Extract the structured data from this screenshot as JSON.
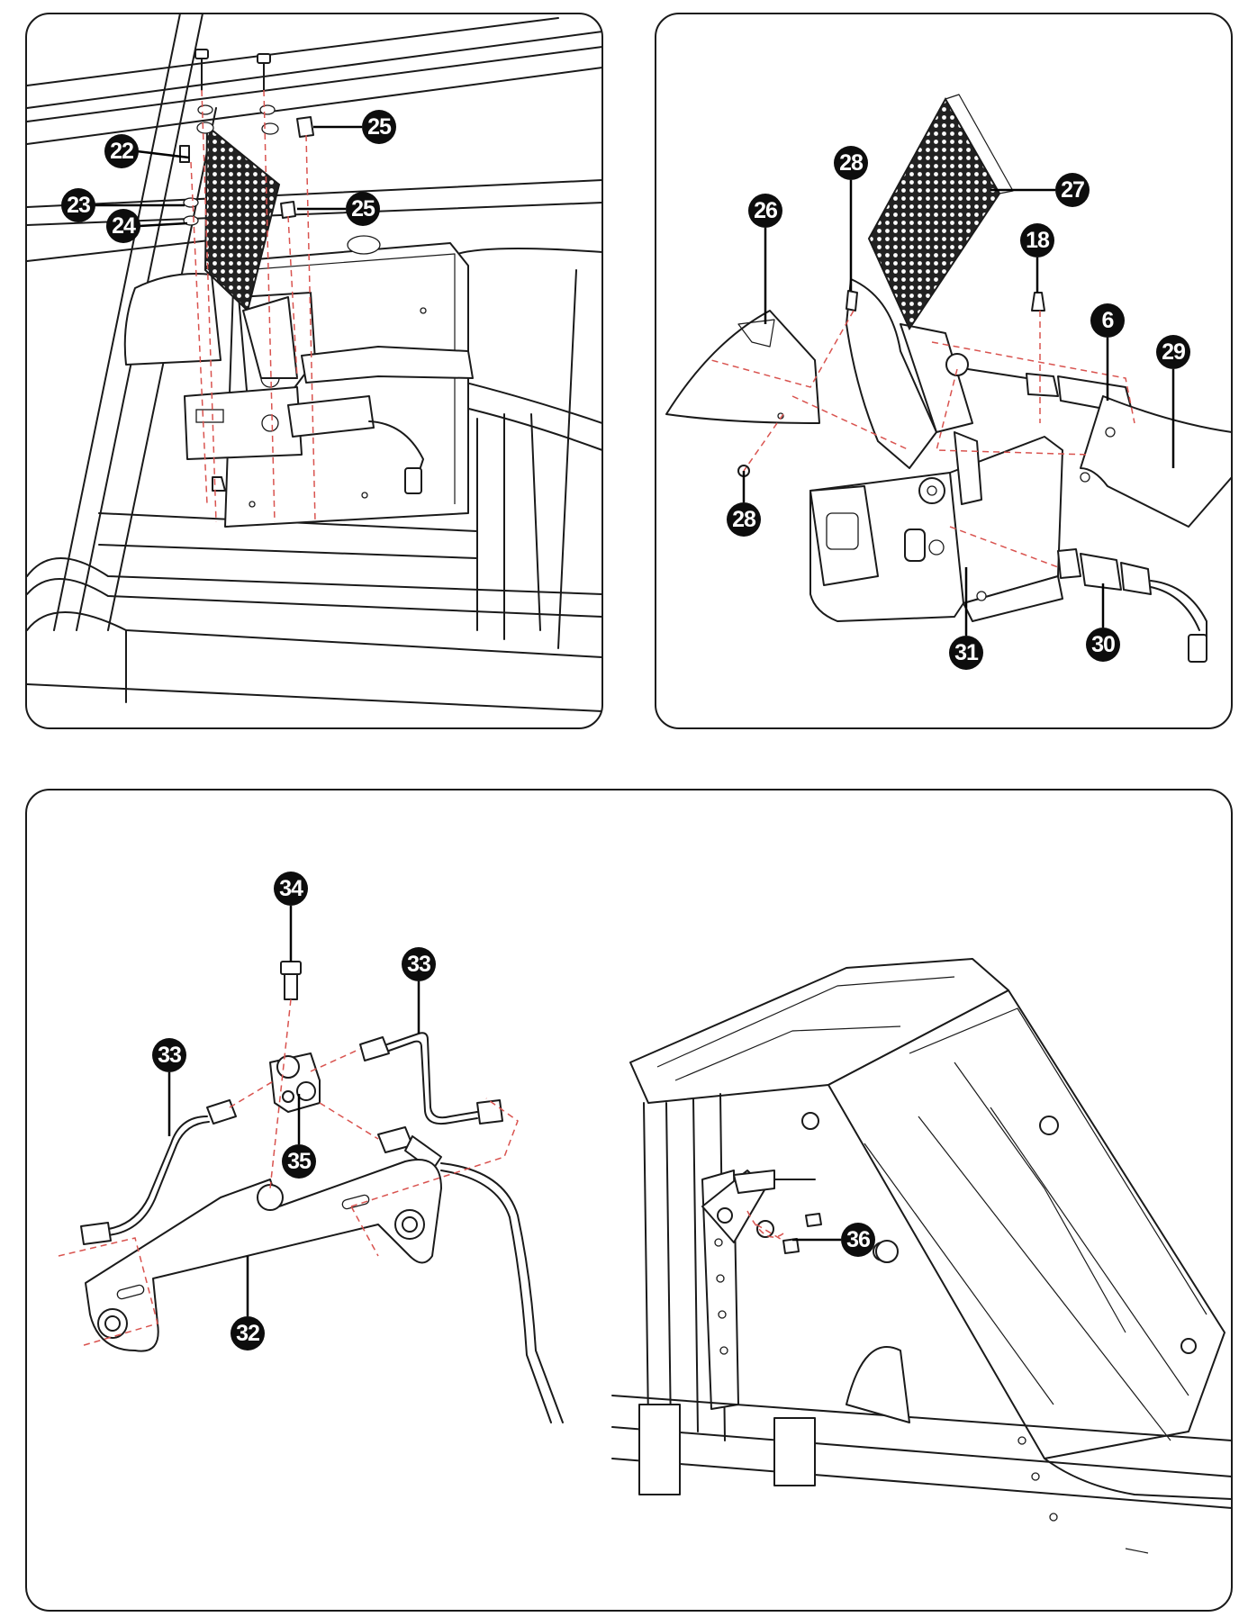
{
  "panels": [
    {
      "id": "pedal-installed-view",
      "callouts": [
        {
          "number": "22",
          "label_side": "left"
        },
        {
          "number": "23",
          "label_side": "left"
        },
        {
          "number": "24",
          "label_side": "left"
        },
        {
          "number": "25",
          "label_side": "right"
        },
        {
          "number": "25",
          "label_side": "right"
        }
      ]
    },
    {
      "id": "pedal-exploded-view",
      "callouts": [
        {
          "number": "26"
        },
        {
          "number": "28"
        },
        {
          "number": "27"
        },
        {
          "number": "18"
        },
        {
          "number": "6"
        },
        {
          "number": "29"
        },
        {
          "number": "28"
        },
        {
          "number": "31"
        },
        {
          "number": "30"
        }
      ]
    },
    {
      "id": "brake-line-assembly-view",
      "callouts": [
        {
          "number": "34"
        },
        {
          "number": "33"
        },
        {
          "number": "33"
        },
        {
          "number": "35"
        },
        {
          "number": "32"
        },
        {
          "number": "36"
        }
      ]
    }
  ],
  "colors": {
    "outline": "#1a1a1a",
    "callout_fill": "#0d0d0d",
    "callout_text": "#ffffff",
    "assembly_guide_dash": "#d9534f",
    "background": "#ffffff"
  }
}
